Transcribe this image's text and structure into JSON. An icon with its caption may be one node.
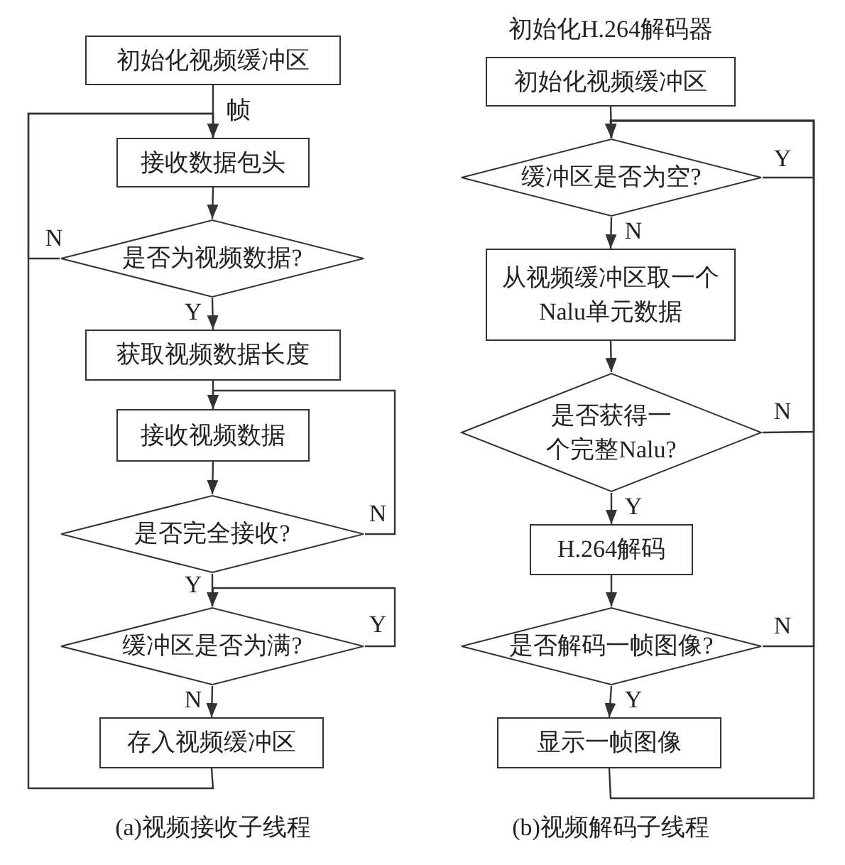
{
  "diagram": {
    "nodes": [
      {
        "text": [
          "初始化视频缓冲区"
        ]
      },
      {
        "text": [
          "接收数据包头"
        ]
      },
      {
        "text": [
          "是否为视频数据?"
        ]
      },
      {
        "text": [
          "获取视频数据长度"
        ]
      },
      {
        "text": [
          "接收视频数据"
        ]
      },
      {
        "text": [
          "是否完全接收?"
        ]
      },
      {
        "text": [
          "缓冲区是否为满?"
        ]
      },
      {
        "text": [
          "存入视频缓冲区"
        ]
      },
      {
        "text": [
          "初始化视频缓冲区"
        ]
      },
      {
        "text": [
          "缓冲区是否为空?"
        ]
      },
      {
        "text": [
          "从视频缓冲区取一个Nalu单元数据"
        ]
      },
      {
        "text": [
          "是否获得一个完整Nalu?"
        ]
      },
      {
        "text": [
          "H.264解码"
        ]
      },
      {
        "text": [
          "是否解码一帧图像?"
        ]
      },
      {
        "text": [
          "显示一帧图像"
        ]
      }
    ],
    "edges": [
      {
        "from": 0,
        "to": 1,
        "arrow": "to",
        "label": "帧"
      },
      {
        "from": 1,
        "to": 2,
        "arrow": "to"
      },
      {
        "from": 2,
        "to": 3,
        "arrow": "to",
        "label": "Y"
      },
      {
        "from": 2,
        "to": 1,
        "arrow": "to",
        "label": "N"
      },
      {
        "from": 3,
        "to": 4,
        "arrow": "to"
      },
      {
        "from": 4,
        "to": 5,
        "arrow": "to"
      },
      {
        "from": 5,
        "to": 4,
        "arrow": "to",
        "label": "N"
      },
      {
        "from": 5,
        "to": 6,
        "arrow": "to",
        "label": "Y"
      },
      {
        "from": 6,
        "to": 6,
        "arrow": "to",
        "label": "Y"
      },
      {
        "from": 6,
        "to": 7,
        "arrow": "to",
        "label": "N"
      },
      {
        "from": 7,
        "to": 1,
        "arrow": "to"
      },
      {
        "from": 8,
        "to": 9,
        "arrow": "to"
      },
      {
        "from": 9,
        "to": 10,
        "arrow": "to",
        "label": "N"
      },
      {
        "from": 9,
        "to": 9,
        "arrow": "to",
        "label": "Y"
      },
      {
        "from": 10,
        "to": 11,
        "arrow": "to"
      },
      {
        "from": 11,
        "to": 12,
        "arrow": "to",
        "label": "Y"
      },
      {
        "from": 11,
        "to": 9,
        "arrow": "to",
        "label": "N"
      },
      {
        "from": 12,
        "to": 13,
        "arrow": "to"
      },
      {
        "from": 13,
        "to": 14,
        "arrow": "to",
        "label": "Y"
      },
      {
        "from": 13,
        "to": 9,
        "arrow": "to",
        "label": "N"
      },
      {
        "from": 14,
        "to": 9,
        "arrow": "to"
      }
    ],
    "labels": [
      "初始化H.264解码器",
      "(a)视频接收子线程",
      "(b)视频解码子线程"
    ]
  }
}
